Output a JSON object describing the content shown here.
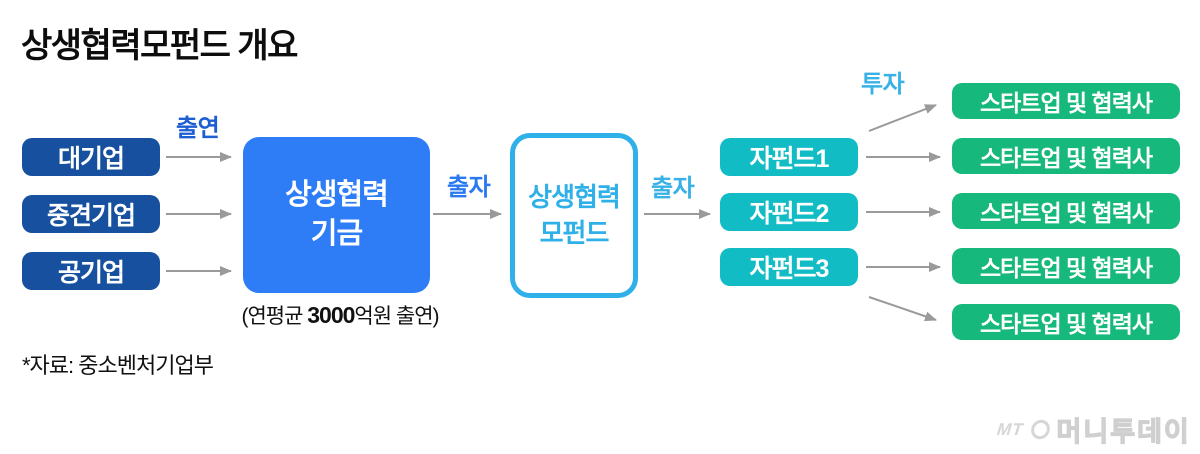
{
  "title": "상생협력모펀드 개요",
  "labels": {
    "contribution": "출연",
    "investment_left": "출자",
    "investment_right": "출자",
    "invest": "투자"
  },
  "sources": [
    {
      "label": "대기업"
    },
    {
      "label": "중견기업"
    },
    {
      "label": "공기업"
    }
  ],
  "fund": {
    "line1": "상생협력",
    "line2": "기금",
    "caption_prefix": "(연평균 ",
    "caption_bold": "3000",
    "caption_suffix": "억원 출연)"
  },
  "mother_fund": {
    "line1": "상생협력",
    "line2": "모펀드"
  },
  "sub_funds": [
    {
      "label": "자펀드1"
    },
    {
      "label": "자펀드2"
    },
    {
      "label": "자펀드3"
    }
  ],
  "targets": [
    {
      "label": "스타트업 및 협력사"
    },
    {
      "label": "스타트업 및 협력사"
    },
    {
      "label": "스타트업 및 협력사"
    },
    {
      "label": "스타트업 및 협력사"
    },
    {
      "label": "스타트업 및 협력사"
    }
  ],
  "source_note": "*자료: 중소벤처기업부",
  "logo": {
    "mt": "MT",
    "name": "머니투데이"
  },
  "colors": {
    "navy_box": "#17509e",
    "fund_blue": "#2e7df6",
    "cyan_border": "#2fb0e8",
    "teal_box": "#12bcc5",
    "green_box": "#16b87b",
    "arrow_gray": "#9a9a9a",
    "label_dark_blue": "#1d5fd3",
    "label_blue": "#2b79f0",
    "label_cyan": "#38b2e6"
  }
}
